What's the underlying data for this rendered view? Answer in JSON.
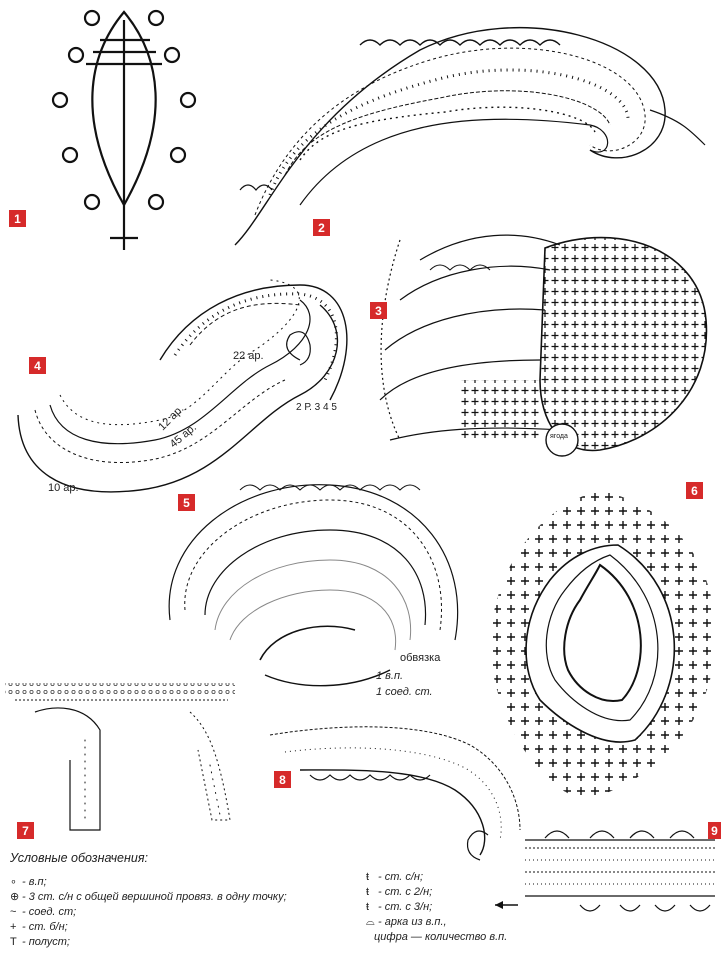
{
  "figures": [
    {
      "number": "1"
    },
    {
      "number": "2"
    },
    {
      "number": "3"
    },
    {
      "number": "4"
    },
    {
      "number": "5"
    },
    {
      "number": "6"
    },
    {
      "number": "7"
    },
    {
      "number": "8"
    },
    {
      "number": "9"
    }
  ],
  "labels": {
    "f4_22": "22 ар.",
    "f4_12": "12 ар.",
    "f4_45": "45 ар.",
    "f4_10": "10 ар.",
    "f4_nums": "2 Р. 3  4  5",
    "f3_berry": "ягода",
    "f5_trim": "обвязка",
    "f5_trim_1": "1 в.п.",
    "f5_trim_2": "1 соед. ст."
  },
  "legend": {
    "title": "Условные обозначения:",
    "left": [
      {
        "sym": "∘",
        "text": "- в.п;"
      },
      {
        "sym": "⊕",
        "text": "- 3 ст. с/н с общей вершиной провяз. в одну точку;"
      },
      {
        "sym": "~",
        "text": "- соед. ст;"
      },
      {
        "sym": "+",
        "text": "- ст. б/н;"
      },
      {
        "sym": "T",
        "text": "- полуст;"
      }
    ],
    "right": [
      {
        "sym": "ŧ",
        "text": "- ст. с/н;"
      },
      {
        "sym": "ŧ",
        "text": "- ст. с 2/н;"
      },
      {
        "sym": "ŧ",
        "text": "- ст. с 3/н;"
      },
      {
        "sym": "⌓",
        "text": "- арка из в.п.,"
      },
      {
        "sym": "",
        "text": "цифра — количество в.п."
      }
    ]
  },
  "icons": [
    "leaf-sketch",
    "paisley-chart",
    "berry-chart",
    "arrow"
  ]
}
